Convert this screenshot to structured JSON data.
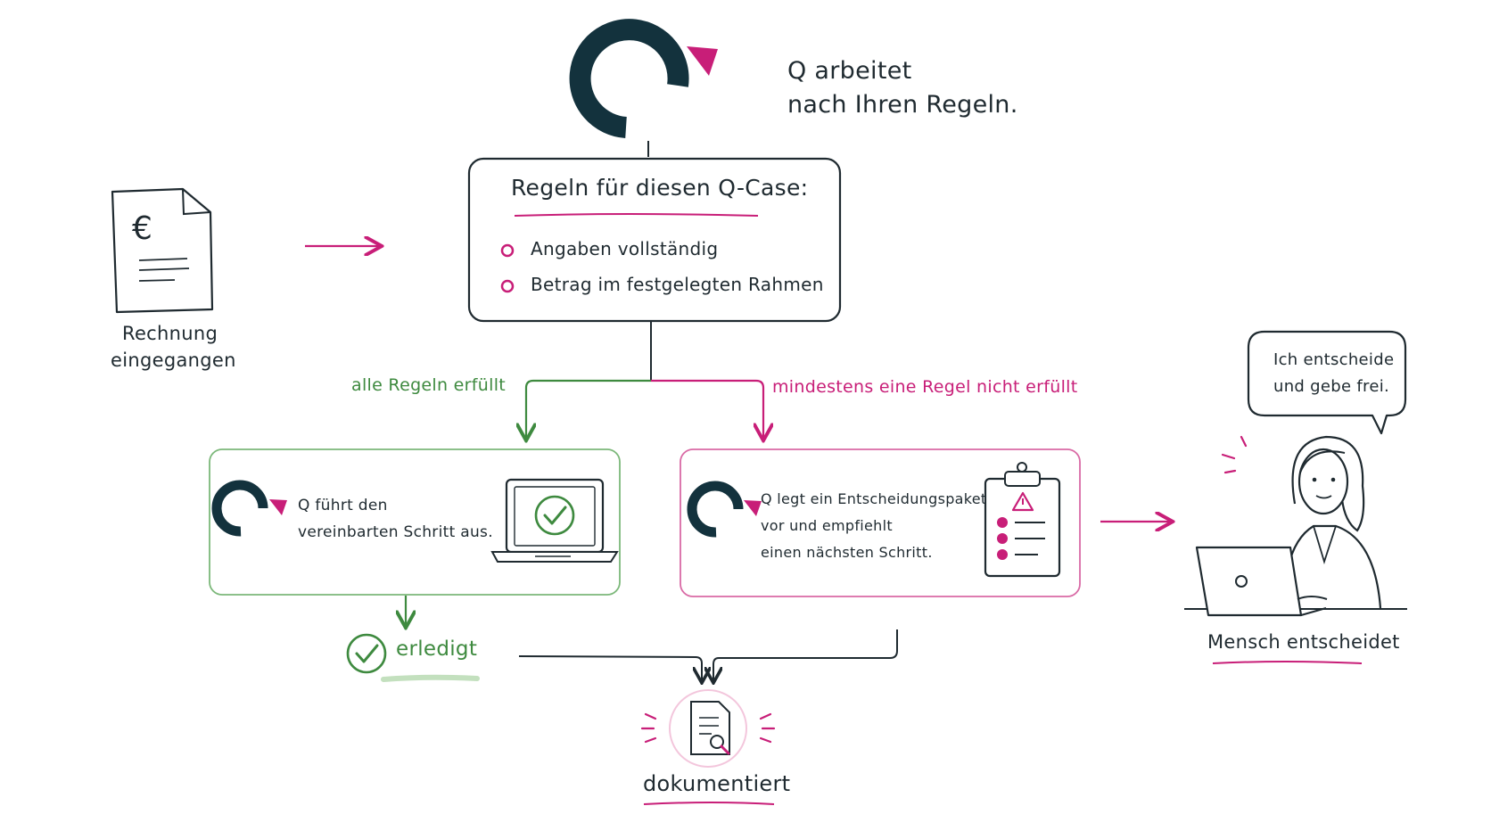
{
  "tagline": [
    "Q arbeitet",
    "nach Ihren Regeln."
  ],
  "trigger": {
    "label": [
      "Rechnung",
      "eingegangen"
    ],
    "icon": "invoice-euro-icon",
    "currency_symbol": "€"
  },
  "rules_box": {
    "title": "Regeln für diesen Q-Case:",
    "rules": [
      "Angaben vollständig",
      "Betrag im festgelegten Rahmen"
    ]
  },
  "branches": {
    "success": {
      "condition": "alle Regeln erfüllt",
      "text": [
        "Q führt den",
        "vereinbarten Schritt aus."
      ],
      "icon": "laptop-check-icon",
      "result": "erledigt"
    },
    "failure": {
      "condition": "mindestens eine Regel nicht erfüllt",
      "text": [
        "Q legt ein Entscheidungspaket",
        "vor und empfiehlt",
        "einen nächsten Schritt."
      ],
      "icon": "clipboard-warning-icon"
    }
  },
  "human": {
    "speech": [
      "Ich entscheide",
      "und gebe frei."
    ],
    "label": "Mensch entscheidet",
    "icon": "person-laptop-icon"
  },
  "documented": {
    "label": "dokumentiert",
    "icon": "document-search-icon"
  },
  "colors": {
    "dark": "#1f2a30",
    "brand_pink": "#c81e78",
    "success_green": "#3e8a3f",
    "brand_navy": "#13323d"
  }
}
